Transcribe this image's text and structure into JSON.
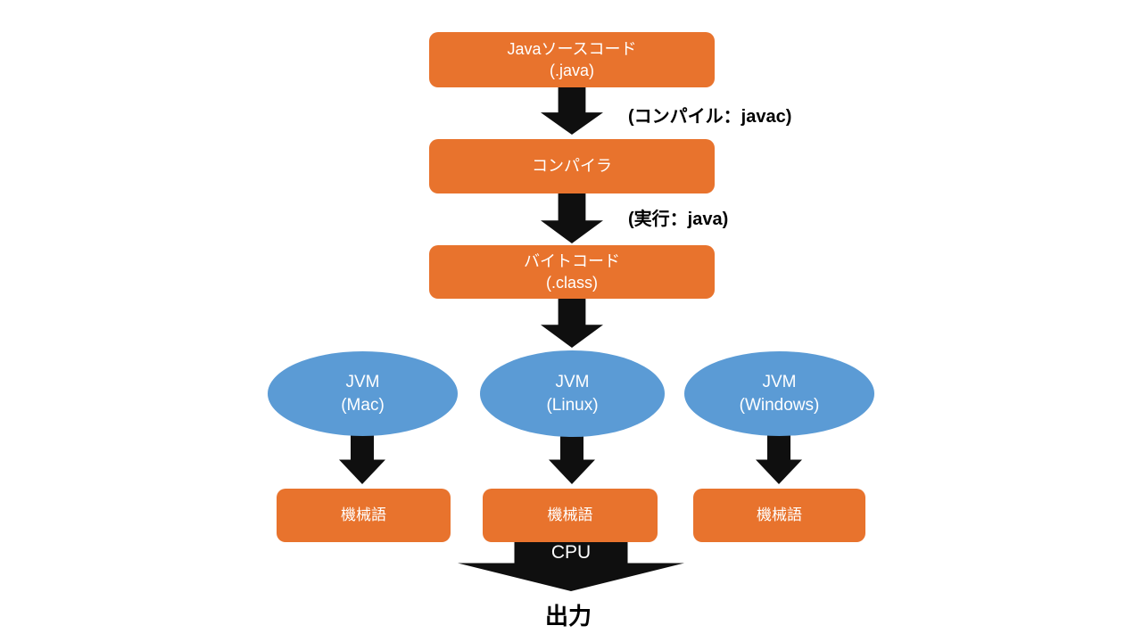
{
  "colors": {
    "background": "#ffffff",
    "box_orange": "#e8732d",
    "ellipse_blue": "#5b9bd5",
    "arrow_black": "#0f0f0f",
    "box_text": "#ffffff",
    "label_text": "#000000"
  },
  "nodes": {
    "source": {
      "line1": "Javaソースコード",
      "line2": "(.java)"
    },
    "compiler": {
      "line1": "コンパイラ"
    },
    "bytecode": {
      "line1": "バイトコード",
      "line2": "(.class)"
    },
    "jvm_mac": {
      "line1": "JVM",
      "line2": "(Mac)"
    },
    "jvm_linux": {
      "line1": "JVM",
      "line2": "(Linux)"
    },
    "jvm_windows": {
      "line1": "JVM",
      "line2": "(Windows)"
    },
    "machine_mac": {
      "label": "機械語"
    },
    "machine_linux": {
      "label": "機械語"
    },
    "machine_windows": {
      "label": "機械語"
    }
  },
  "labels": {
    "compile": "(コンパイル：javac)",
    "run": "(実行：java)",
    "cpu": "CPU",
    "output": "出力"
  }
}
